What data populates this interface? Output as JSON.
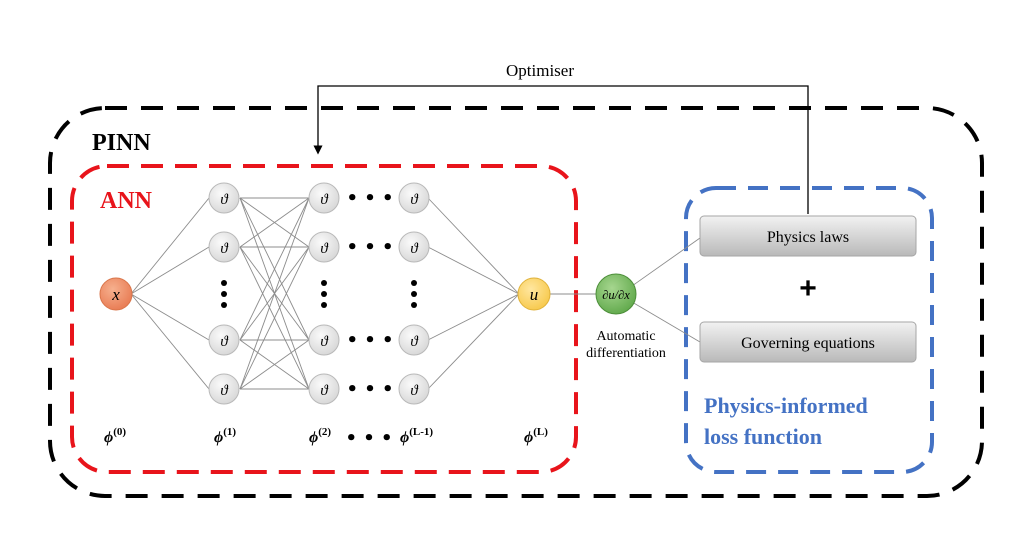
{
  "title_optimiser": "Optimiser",
  "pinn_label": "PINN",
  "ann_label": "ANN",
  "input_node": "x",
  "hidden_node": "ϑ",
  "output_node": "u",
  "derivative_node": "∂u/∂x",
  "ellipsis": "• • •",
  "autodiff_label_line1": "Automatic",
  "autodiff_label_line2": "differentiation",
  "physics_laws": "Physics laws",
  "plus": "+",
  "governing_equations": "Governing equations",
  "loss_line1": "Physics-informed",
  "loss_line2": "loss function",
  "layer_labels": [
    {
      "base": "ϕ",
      "sup": "(0)"
    },
    {
      "base": "ϕ",
      "sup": "(1)"
    },
    {
      "base": "ϕ",
      "sup": "(2)"
    },
    {
      "base": "ϕ",
      "sup": "(L-1)"
    },
    {
      "base": "ϕ",
      "sup": "(L)"
    }
  ],
  "layer_ellipsis": "• • •",
  "colors": {
    "pinn_border": "#000000",
    "ann_border": "#e8141b",
    "ann_text": "#e8141b",
    "loss_border": "#4472c4",
    "loss_text": "#4472c4",
    "input_fill": "#f08c64",
    "hidden_fill": "#e6e6e6",
    "output_fill": "#fcd76a",
    "deriv_fill": "#7dbf6a",
    "box_fill": "#c8c8c8"
  }
}
